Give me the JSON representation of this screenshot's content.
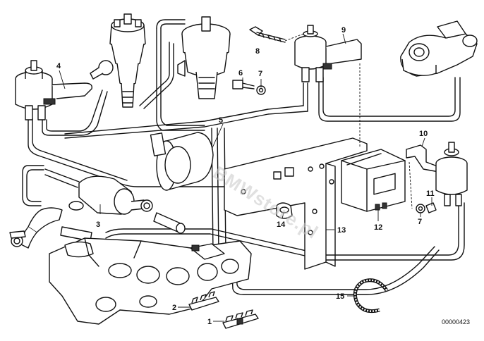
{
  "diagram": {
    "watermark": "BMWstore.pl",
    "drawing_code": "00000423",
    "callouts": [
      {
        "id": "c1",
        "text": "1"
      },
      {
        "id": "c2",
        "text": "2"
      },
      {
        "id": "c3",
        "text": "3"
      },
      {
        "id": "c4",
        "text": "4"
      },
      {
        "id": "c5",
        "text": "5"
      },
      {
        "id": "c6",
        "text": "6"
      },
      {
        "id": "c7a",
        "text": "7"
      },
      {
        "id": "c7b",
        "text": "7"
      },
      {
        "id": "c8",
        "text": "8"
      },
      {
        "id": "c9",
        "text": "9"
      },
      {
        "id": "c10",
        "text": "10"
      },
      {
        "id": "c11",
        "text": "11"
      },
      {
        "id": "c12",
        "text": "12"
      },
      {
        "id": "c13",
        "text": "13"
      },
      {
        "id": "c14",
        "text": "14"
      },
      {
        "id": "c15",
        "text": "15"
      }
    ]
  }
}
